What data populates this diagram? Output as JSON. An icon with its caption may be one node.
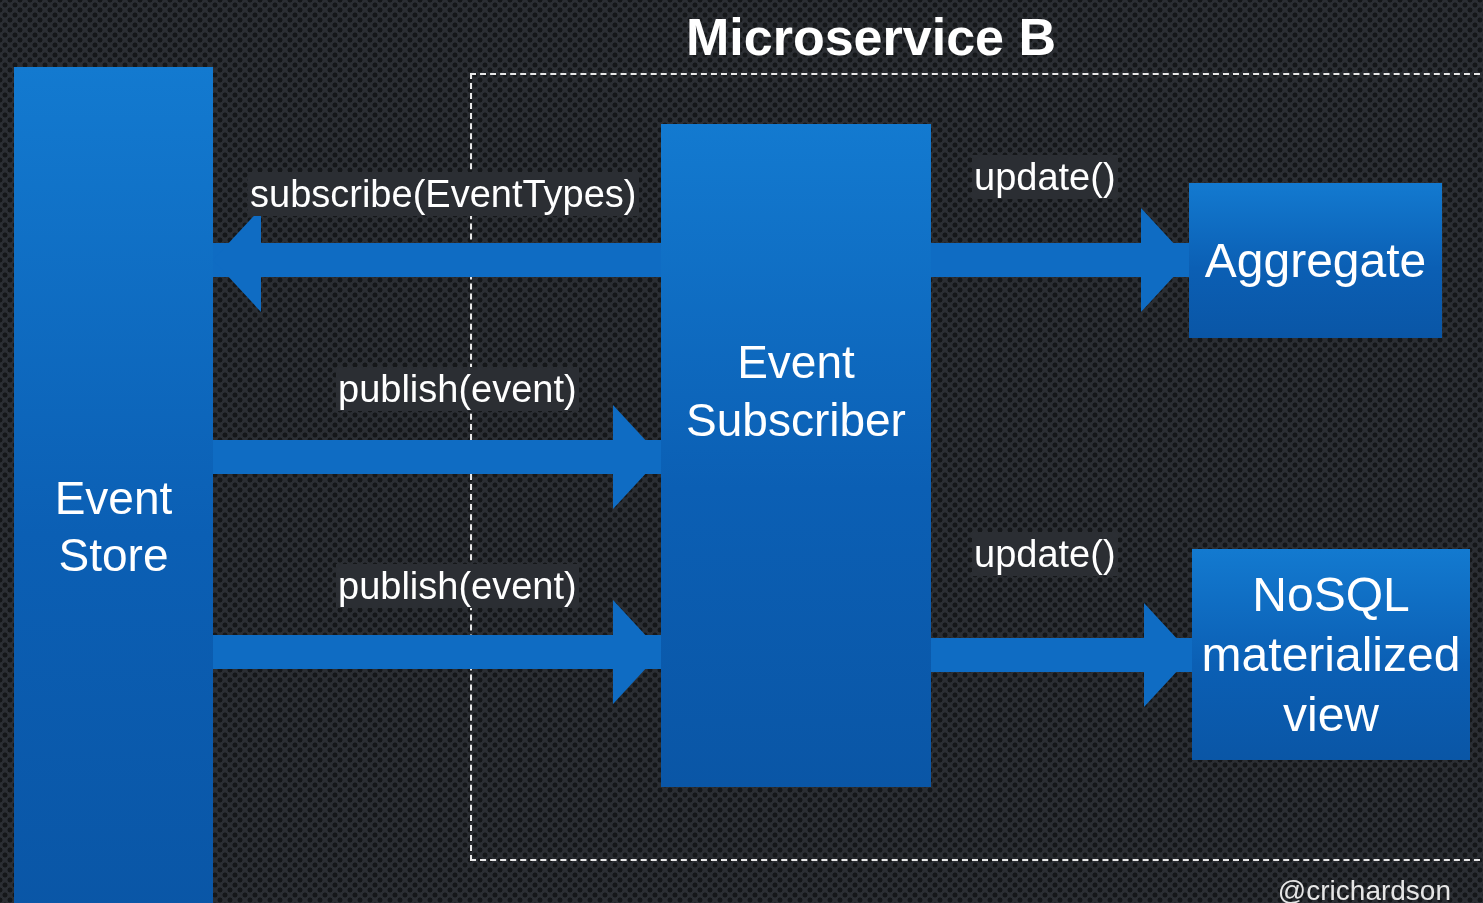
{
  "diagram": {
    "nodes": [
      {
        "text": [
          "Microservice B"
        ]
      },
      {
        "text": [
          "Event Store"
        ]
      },
      {
        "text": [
          "Event Subscriber"
        ],
        "in": 0
      },
      {
        "text": [
          "Aggregate"
        ],
        "in": 0
      },
      {
        "text": [
          "NoSQL materialized view"
        ],
        "in": 0
      }
    ],
    "edges": [
      {
        "from": 2,
        "to": 1,
        "arrow": "to",
        "label": "subscribe(EventTypes)"
      },
      {
        "from": 1,
        "to": 2,
        "arrow": "to",
        "label": "publish(event)"
      },
      {
        "from": 1,
        "to": 2,
        "arrow": "to",
        "label": "publish(event)"
      },
      {
        "from": 2,
        "to": 3,
        "arrow": "to",
        "label": "update()"
      },
      {
        "from": 2,
        "to": 4,
        "arrow": "to",
        "label": "update()"
      }
    ],
    "labels": [
      "@crichardson"
    ]
  }
}
